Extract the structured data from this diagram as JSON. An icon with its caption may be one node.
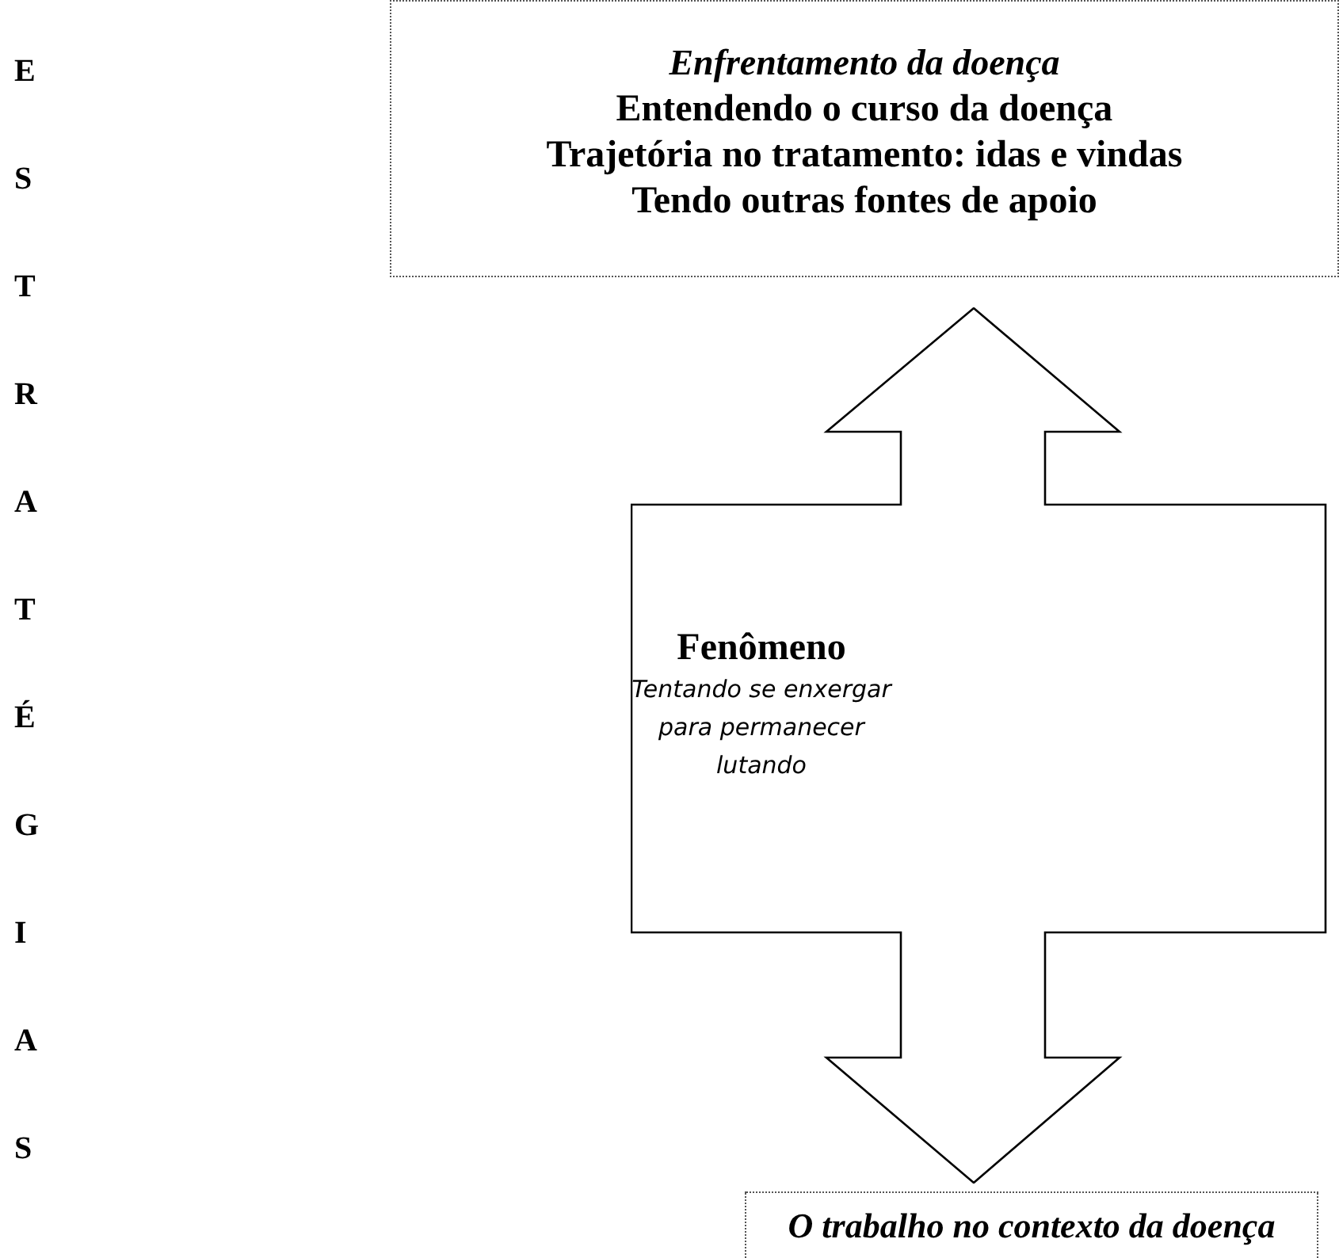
{
  "diagram": {
    "nodes": [
      {
        "text": [
          "Enfrentamento da doença",
          "Entendendo o curso da doença",
          "Trajetória no tratamento: idas e vindas",
          "Tendo outras fontes de apoio"
        ]
      },
      {
        "text": [
          "Fenômeno",
          "Tentando se enxergar para permanecer lutando"
        ]
      },
      {
        "text": [
          "O trabalho no contexto da doença"
        ]
      }
    ],
    "labels": [
      "ESTRATÉGIAS"
    ]
  }
}
